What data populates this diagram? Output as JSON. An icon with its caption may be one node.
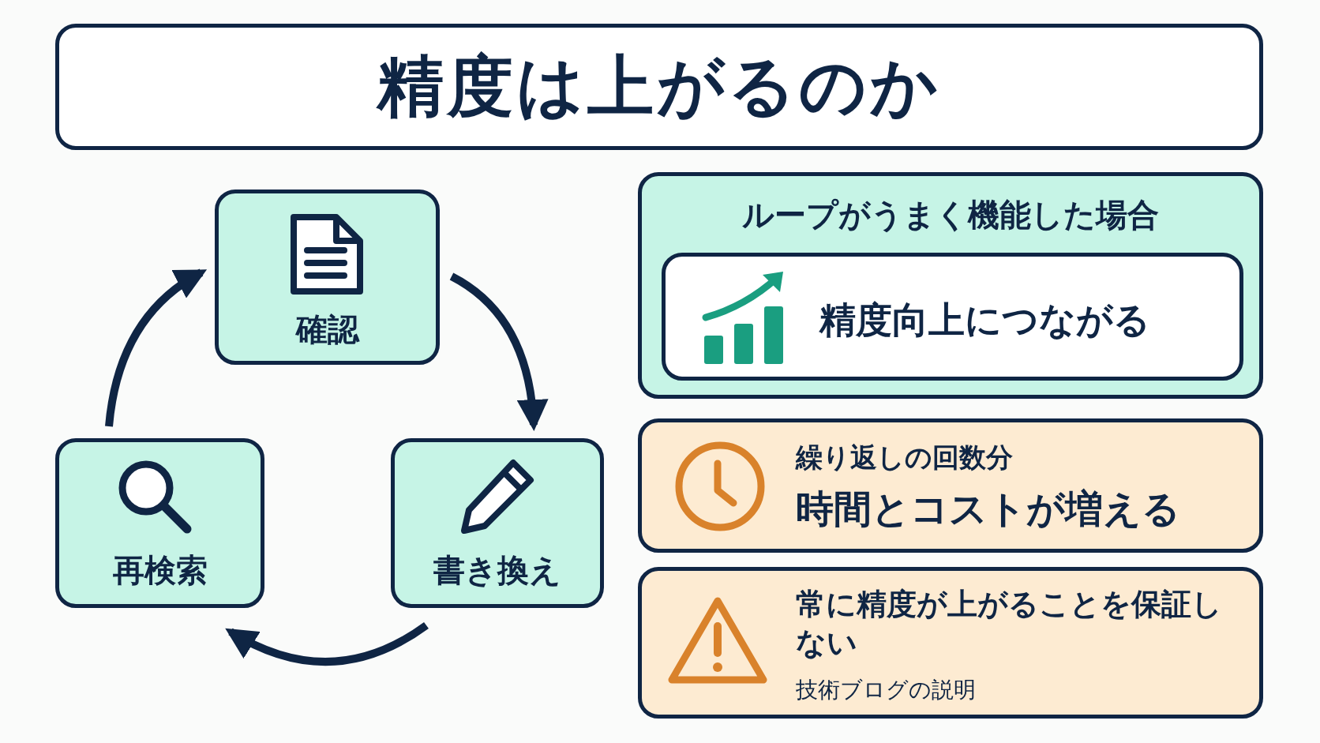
{
  "diagram": {
    "title": "精度は上がるのか",
    "nodes": [
      {
        "text": [
          "確認"
        ]
      },
      {
        "text": [
          "書き換え"
        ]
      },
      {
        "text": [
          "再検索"
        ]
      },
      {
        "text": [
          "ループがうまく機能した場合"
        ]
      },
      {
        "text": [
          "精度向上につながる"
        ],
        "in": 3
      },
      {
        "text": [
          "繰り返しの回数分",
          "時間とコストが増える"
        ]
      },
      {
        "text": [
          "常に精度が上がることを保証しない",
          "技術ブログの説明"
        ]
      }
    ],
    "edges": [
      {
        "from": 0,
        "to": 1,
        "arrow": "to"
      },
      {
        "from": 1,
        "to": 2,
        "arrow": "to"
      },
      {
        "from": 2,
        "to": 0,
        "arrow": "to"
      }
    ]
  }
}
